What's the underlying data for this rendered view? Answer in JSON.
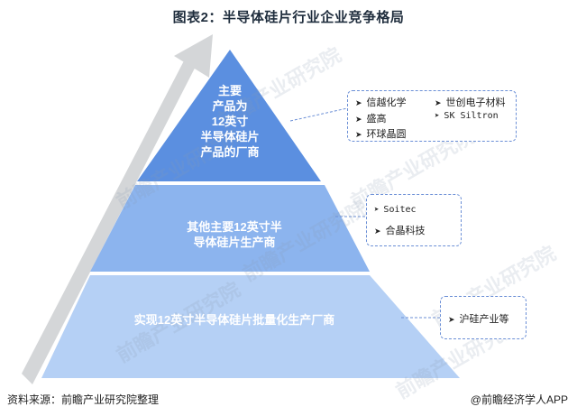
{
  "title": "图表2：半导体硅片行业企业竞争格局",
  "tiers": [
    {
      "label_lines": [
        "主要",
        "产品为",
        "12英寸",
        "半导体硅片",
        "产品的厂商"
      ]
    },
    {
      "label_lines": [
        "其他主要12英寸半",
        "导体硅片生产商"
      ]
    },
    {
      "label_lines": [
        "实现12英寸半导体硅片批量化生产厂商"
      ]
    }
  ],
  "callouts": [
    {
      "items": [
        "信越化学",
        "世创电子材料",
        "盛高",
        "SK Siltron",
        "环球晶圆"
      ]
    },
    {
      "items": [
        "Soitec",
        "合晶科技"
      ]
    },
    {
      "items": [
        "沪硅产业等"
      ]
    }
  ],
  "footer": {
    "source": "资料来源：前瞻产业研究院整理",
    "brand": "@前瞻经济学人APP"
  },
  "watermark": "前瞻产业研究院",
  "colors": {
    "tier_top": "#5b8fe0",
    "tier_mid": "#8cb4ee",
    "tier_bottom": "#b5d0f5",
    "callout_border": "#6b8fd6",
    "arrow": "#d4d6d8"
  }
}
